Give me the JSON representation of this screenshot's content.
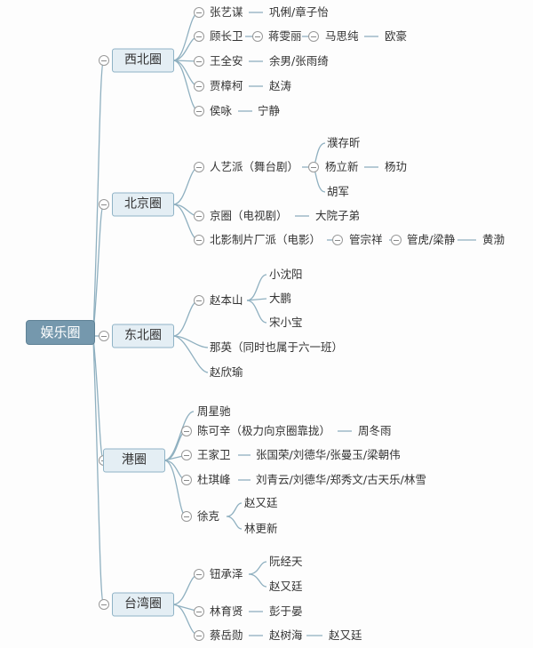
{
  "root": "娱乐圈",
  "groups": {
    "northwest": {
      "label": "西北圈",
      "items": [
        "张艺谋",
        "巩俐/章子怡",
        "顾长卫",
        "蒋雯丽",
        "马思纯",
        "欧豪",
        "王全安",
        "余男/张雨绮",
        "贾樟柯",
        "赵涛",
        "侯咏",
        "宁静"
      ]
    },
    "beijing": {
      "label": "北京圈",
      "items": [
        "人艺派（舞台剧）",
        "濮存昕",
        "杨立新",
        "杨玏",
        "胡军",
        "京圈（电视剧）",
        "大院子弟",
        "北影制片厂派（电影）",
        "管宗祥",
        "管虎/梁静",
        "黄渤"
      ]
    },
    "northeast": {
      "label": "东北圈",
      "items": [
        "赵本山",
        "小沈阳",
        "大鹏",
        "宋小宝",
        "那英（同时也属于六一班）",
        "赵欣瑜"
      ]
    },
    "hongkong": {
      "label": "港圈",
      "items": [
        "周星驰",
        "陈可辛（极力向京圈靠拢）",
        "周冬雨",
        "王家卫",
        "张国荣/刘德华/张曼玉/梁朝伟",
        "杜琪峰",
        "刘青云/刘德华/郑秀文/古天乐/林雪",
        "徐克",
        "赵又廷",
        "林更新"
      ]
    },
    "taiwan": {
      "label": "台湾圈",
      "items": [
        "钮承泽",
        "阮经天",
        "赵又廷",
        "林育贤",
        "彭于晏",
        "蔡岳勋",
        "赵树海",
        "赵又廷"
      ]
    }
  },
  "colors": {
    "edge": "#8fb0c0",
    "box_fill": "#e4eef4",
    "root_fill": "#7598ad"
  }
}
